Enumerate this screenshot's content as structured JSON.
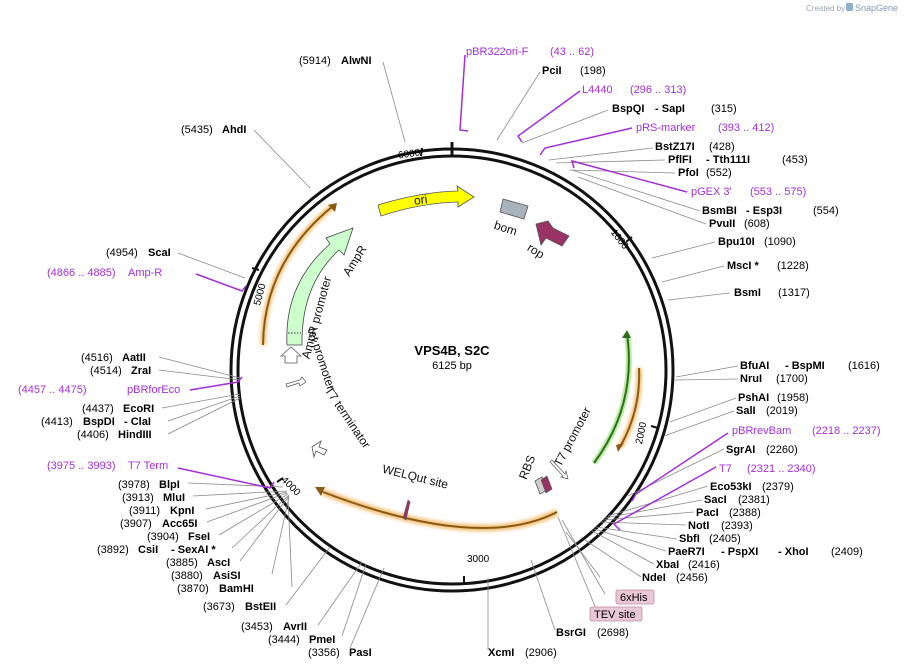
{
  "app": {
    "created_by": "Created by",
    "brand": "SnapGene"
  },
  "plasmid": {
    "name": "VPS4B, S2C",
    "length_label": "6125 bp"
  },
  "ticks": [
    {
      "label": "1000"
    },
    {
      "label": "2000"
    },
    {
      "label": "3000"
    },
    {
      "label": "4000"
    },
    {
      "label": "5000"
    },
    {
      "label": "6000"
    }
  ],
  "features": [
    {
      "name": "ori",
      "color": "#ffff00"
    },
    {
      "name": "bom",
      "color": "#a9b3bd"
    },
    {
      "name": "rop",
      "color": "#993366"
    },
    {
      "name": "AmpR",
      "color": "#ccffcc"
    },
    {
      "name": "AmpR promoter",
      "color": "#ffffff"
    },
    {
      "name": "tet promoter",
      "color": "#ffffff"
    },
    {
      "name": "T7 terminator",
      "color": "#ffffff"
    },
    {
      "name": "WELQut site",
      "color": "#993366"
    },
    {
      "name": "RBS",
      "color": "#d0d0d0"
    },
    {
      "name": "T7 promoter",
      "color": "#ffffff"
    },
    {
      "name": "6xHis",
      "color": "#e8c8d4"
    },
    {
      "name": "TEV site",
      "color": "#e8c8d4"
    }
  ],
  "sites": [
    {
      "name": "AlwNI",
      "pos": "(5914)"
    },
    {
      "name": "PciI",
      "pos": "(198)"
    },
    {
      "name": "BspQI",
      "alt": "SapI",
      "pos": "(315)"
    },
    {
      "name": "BstZ17I",
      "pos": "(428)"
    },
    {
      "name": "PflFI",
      "alt": "Tth111I",
      "pos": "(453)"
    },
    {
      "name": "PfoI",
      "pos": "(552)"
    },
    {
      "name": "BsmBI",
      "alt": "Esp3I",
      "pos": "(554)"
    },
    {
      "name": "PvuII",
      "pos": "(608)"
    },
    {
      "name": "Bpu10I",
      "pos": "(1090)"
    },
    {
      "name": "MscI *",
      "pos": "(1228)"
    },
    {
      "name": "BsmI",
      "pos": "(1317)"
    },
    {
      "name": "BfuAI",
      "alt": "BspMI",
      "pos": "(1616)"
    },
    {
      "name": "NruI",
      "pos": "(1700)"
    },
    {
      "name": "PshAI",
      "pos": "(1958)"
    },
    {
      "name": "SalI",
      "pos": "(2019)"
    },
    {
      "name": "SgrAI",
      "pos": "(2260)"
    },
    {
      "name": "Eco53kI",
      "pos": "(2379)"
    },
    {
      "name": "SacI",
      "pos": "(2381)"
    },
    {
      "name": "PacI",
      "pos": "(2388)"
    },
    {
      "name": "NotI",
      "pos": "(2393)"
    },
    {
      "name": "SbfI",
      "pos": "(2405)"
    },
    {
      "name": "PaeR7I",
      "alt": "PspXI",
      "alt2": "XhoI",
      "pos": "(2409)"
    },
    {
      "name": "XbaI",
      "pos": "(2416)"
    },
    {
      "name": "NdeI",
      "pos": "(2456)"
    },
    {
      "name": "BsrGI",
      "pos": "(2698)"
    },
    {
      "name": "XcmI",
      "pos": "(2906)"
    },
    {
      "name": "PasI",
      "pos": "(3356)"
    },
    {
      "name": "PmeI",
      "pos": "(3444)"
    },
    {
      "name": "AvrII",
      "pos": "(3453)"
    },
    {
      "name": "BstEII",
      "pos": "(3673)"
    },
    {
      "name": "BamHI",
      "pos": "(3870)"
    },
    {
      "name": "AsiSI",
      "pos": "(3880)"
    },
    {
      "name": "AscI",
      "pos": "(3885)"
    },
    {
      "name": "CsiI",
      "alt": "SexAI *",
      "pos": "(3892)"
    },
    {
      "name": "FseI",
      "pos": "(3904)"
    },
    {
      "name": "Acc65I",
      "pos": "(3907)"
    },
    {
      "name": "KpnI",
      "pos": "(3911)"
    },
    {
      "name": "MluI",
      "pos": "(3913)"
    },
    {
      "name": "BlpI",
      "pos": "(3978)"
    },
    {
      "name": "HindIII",
      "pos": "(4406)"
    },
    {
      "name": "BspDI",
      "alt": "ClaI",
      "pos": "(4413)"
    },
    {
      "name": "EcoRI",
      "pos": "(4437)"
    },
    {
      "name": "ZraI",
      "pos": "(4514)"
    },
    {
      "name": "AatII",
      "pos": "(4516)"
    },
    {
      "name": "ScaI",
      "pos": "(4954)"
    },
    {
      "name": "AhdI",
      "pos": "(5435)"
    }
  ],
  "primers": [
    {
      "name": "pBR322ori-F",
      "range": "(43 .. 62)"
    },
    {
      "name": "L4440",
      "range": "(296 .. 313)"
    },
    {
      "name": "pRS-marker",
      "range": "(393 .. 412)"
    },
    {
      "name": "pGEX 3'",
      "range": "(553 .. 575)"
    },
    {
      "name": "pBRrevBam",
      "range": "(2218 .. 2237)"
    },
    {
      "name": "T7",
      "range": "(2321 .. 2340)"
    },
    {
      "name": "pBRforEco",
      "range": "(4457 .. 4475)"
    },
    {
      "name": "T7 Term",
      "range": "(3975 .. 3993)"
    },
    {
      "name": "Amp-R",
      "range": "(4866 .. 4885)"
    }
  ],
  "colors": {
    "primer": "#a32fd6",
    "backbone": "#111111",
    "orange_arrow": "#f0a030",
    "green_arrow": "#4cc233"
  }
}
